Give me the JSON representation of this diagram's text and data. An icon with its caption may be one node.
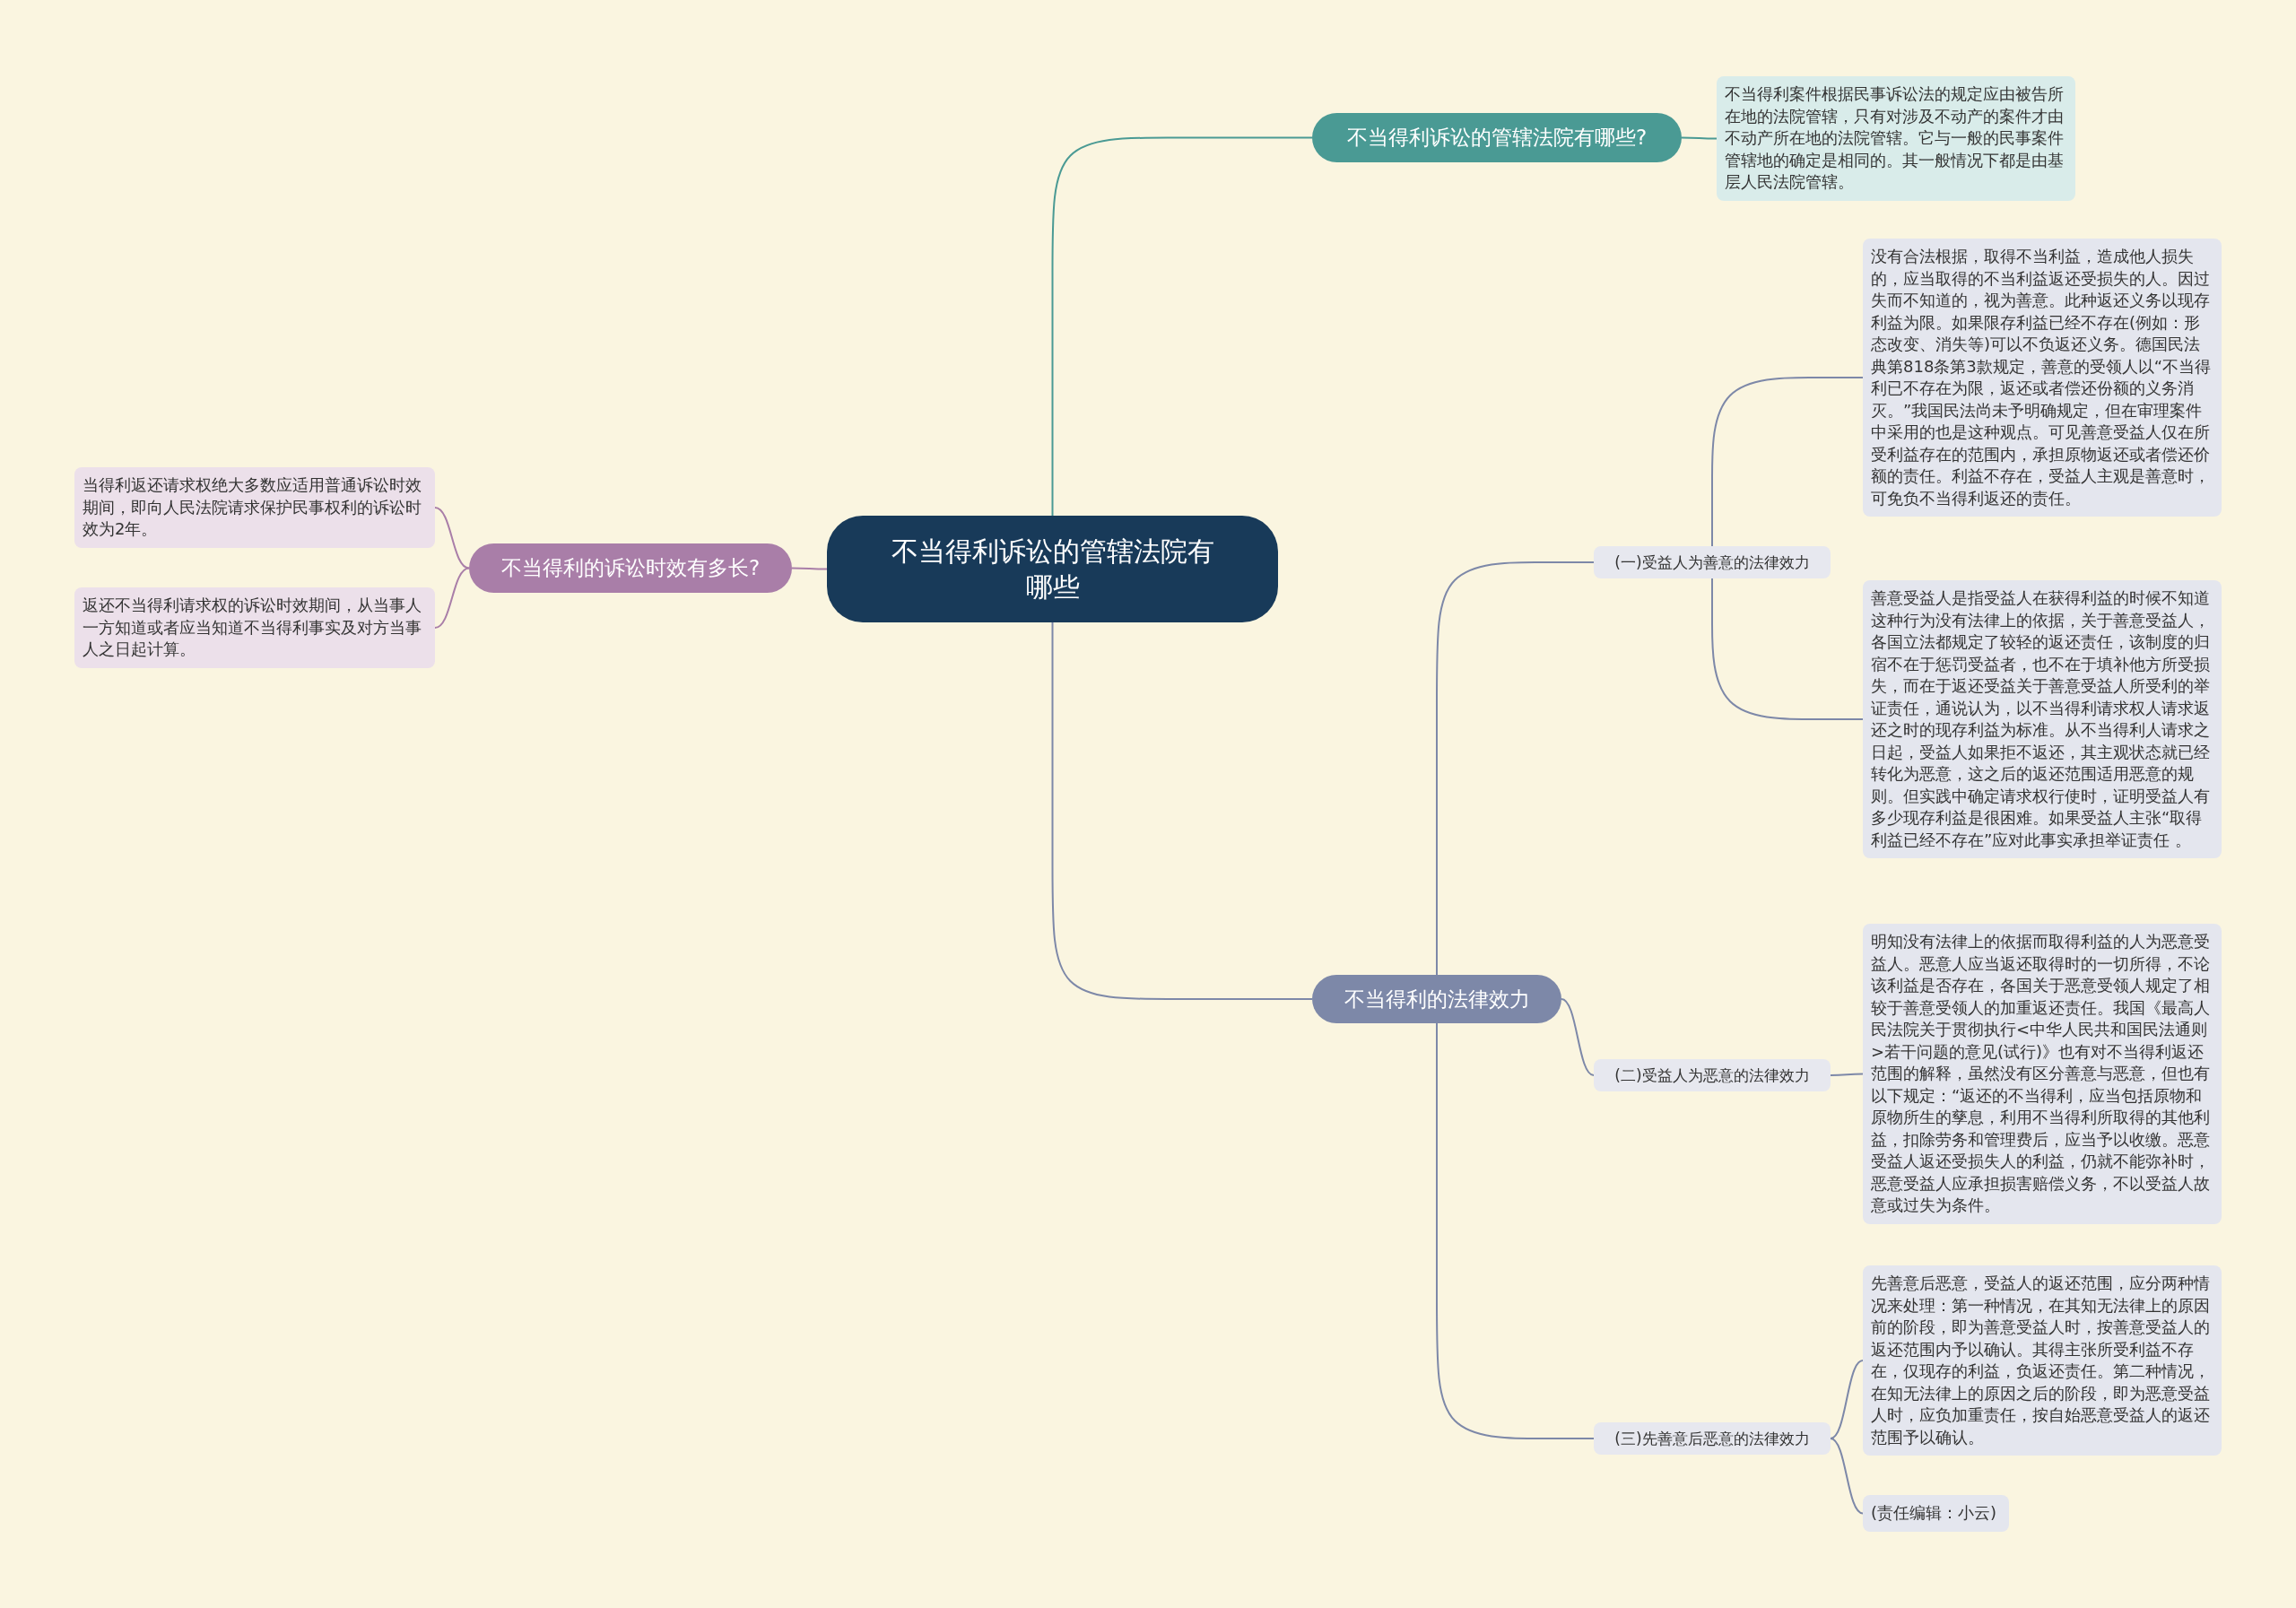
{
  "diagram": {
    "nodes": [
      {
        "text": [
          "不当得利诉讼的管辖法院有哪些"
        ]
      },
      {
        "text": [
          "不当得利诉讼的管辖法院有哪些?"
        ]
      },
      {
        "text": [
          "不当得利案件根据民事诉讼法的规定应由被告所在地的法院管辖，只有对涉及不动产的案件才由不动产所在地的法院管辖。它与一般的民事案件管辖地的确定是相同的。其一般情况下都是由基层人民法院管辖。"
        ]
      },
      {
        "text": [
          "不当得利的诉讼时效有多长?"
        ]
      },
      {
        "text": [
          "当得利返还请求权绝大多数应适用普通诉讼时效期间，即向人民法院请求保护民事权利的诉讼时效为2年。"
        ]
      },
      {
        "text": [
          "返还不当得利请求权的诉讼时效期间，从当事人一方知道或者应当知道不当得利事实及对方当事人之日起计算。"
        ]
      },
      {
        "text": [
          "不当得利的法律效力"
        ]
      },
      {
        "text": [
          "(一)受益人为善意的法律效力"
        ]
      },
      {
        "text": [
          "没有合法根据，取得不当利益，造成他人损失的，应当取得的不当利益返还受损失的人。因过失而不知道的，视为善意。此种返还义务以现存利益为限。如果限存利益已经不存在(例如：形态改变、消失等)可以不负返还义务。德国民法典第818条第3款规定，善意的受领人以“不当得利已不存在为限，返还或者偿还份额的义务消灭。”我国民法尚未予明确规定，但在审理案件中采用的也是这种观点。可见善意受益人仅在所受利益存在的范围内，承担原物返还或者偿还价额的责任。利益不存在，受益人主观是善意时，可免负不当得利返还的责任。"
        ]
      },
      {
        "text": [
          "善意受益人是指受益人在获得利益的时候不知道这种行为没有法律上的依据，关于善意受益人，各国立法都规定了较轻的返还责任，该制度的归宿不在于惩罚受益者，也不在于填补他方所受损失，而在于返还受益关于善意受益人所受利的举证责任，通说认为，以不当得利请求权人请求返还之时的现存利益为标准。从不当得利人请求之日起，受益人如果拒不返还，其主观状态就已经转化为恶意，这之后的返还范围适用恶意的规则。但实践中确定请求权行使时，证明受益人有多少现存利益是很困难。如果受益人主张“取得利益已经不存在”应对此事实承担举证责任 。"
        ]
      },
      {
        "text": [
          "(二)受益人为恶意的法律效力"
        ]
      },
      {
        "text": [
          "明知没有法律上的依据而取得利益的人为恶意受益人。恶意人应当返还取得时的一切所得，不论该利益是否存在，各国关于恶意受领人规定了相较于善意受领人的加重返还责任。我国《最高人民法院关于贯彻执行<中华人民共和国民法通则>若干问题的意见(试行)》也有对不当得利返还范围的解释，虽然没有区分善意与恶意，但也有以下规定：“返还的不当得利，应当包括原物和原物所生的孳息，利用不当得利所取得的其他利益，扣除劳务和管理费后，应当予以收缴。恶意受益人返还受损失人的利益，仍就不能弥补时，恶意受益人应承担损害赔偿义务，不以受益人故意或过失为条件。"
        ]
      },
      {
        "text": [
          "(三)先善意后恶意的法律效力"
        ]
      },
      {
        "text": [
          "先善意后恶意，受益人的返还范围，应分两种情况来处理：第一种情况，在其知无法律上的原因前的阶段，即为善意受益人时，按善意受益人的返还范围内予以确认。其得主张所受利益不存在，仅现存的利益，负返还责任。第二种情况，在知无法律上的原因之后的阶段，即为恶意受益人时，应负加重责任，按自始恶意受益人的返还范围予以确认。"
        ]
      },
      {
        "text": [
          "(责任编辑：小云)"
        ]
      }
    ],
    "edges": [
      {
        "from": 0,
        "to": 1,
        "arrow": "none",
        "color": "#4a9a94"
      },
      {
        "from": 1,
        "to": 2,
        "arrow": "none",
        "color": "#4a9a94"
      },
      {
        "from": 0,
        "to": 3,
        "arrow": "none",
        "color": "#a97ea8"
      },
      {
        "from": 3,
        "to": 4,
        "arrow": "none",
        "color": "#a97ea8"
      },
      {
        "from": 3,
        "to": 5,
        "arrow": "none",
        "color": "#a97ea8"
      },
      {
        "from": 0,
        "to": 6,
        "arrow": "none"
      },
      {
        "from": 6,
        "to": 7,
        "arrow": "none"
      },
      {
        "from": 7,
        "to": 8,
        "arrow": "none"
      },
      {
        "from": 7,
        "to": 9,
        "arrow": "none"
      },
      {
        "from": 6,
        "to": 10,
        "arrow": "none"
      },
      {
        "from": 10,
        "to": 11,
        "arrow": "none"
      },
      {
        "from": 6,
        "to": 12,
        "arrow": "none"
      },
      {
        "from": 12,
        "to": 13,
        "arrow": "none"
      },
      {
        "from": 12,
        "to": 14,
        "arrow": "none"
      }
    ]
  }
}
